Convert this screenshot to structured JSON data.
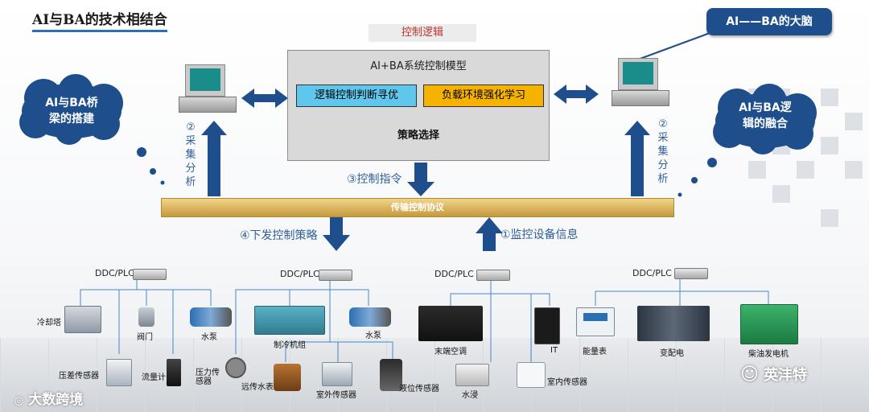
{
  "title": "AI与BA的技术相结合",
  "control_logic": "控制逻辑",
  "brain": "AI——BA的大脑",
  "model": {
    "title": "AI+BA系统控制模型",
    "left_box": "逻辑控制判断寻优",
    "right_box": "负载环境强化学习",
    "decision": "策略选择"
  },
  "clouds": {
    "left": [
      "AI与BA桥",
      "梁的搭建"
    ],
    "right": [
      "AI与BA逻",
      "辑的融合"
    ]
  },
  "collect": [
    "②",
    "采",
    "集",
    "分",
    "析"
  ],
  "control_command": "③控制指令",
  "bus": "传输控制协议",
  "issue_strategy": "④下发控制策略",
  "monitor_info": "①监控设备信息",
  "ddc_labels": [
    "DDC/PLC",
    "DDC/PLC",
    "DDC/PLC",
    "DDC/PLC"
  ],
  "devices": {
    "cooling_tower": "冷却塔",
    "valve": "阀门",
    "pump_1": "水泵",
    "chiller": "制冷机组",
    "pump_2": "水泵",
    "crac": "末端空调",
    "it": "IT",
    "energy_meter": "能量表",
    "substation": "变配电",
    "diesel": "柴油发电机",
    "dp_sensor": "压差传感器",
    "flow_meter": "流量计",
    "pressure_sensor": "压力传感器",
    "remote_meter": "远传水表",
    "outdoor_sensor": "室外传感器",
    "level_sensor": "液位传感器",
    "water_leak": "水浸",
    "indoor_sensor": "室内传感器"
  },
  "watermark_left": "大数跨境",
  "watermark_right": "英沣特"
}
